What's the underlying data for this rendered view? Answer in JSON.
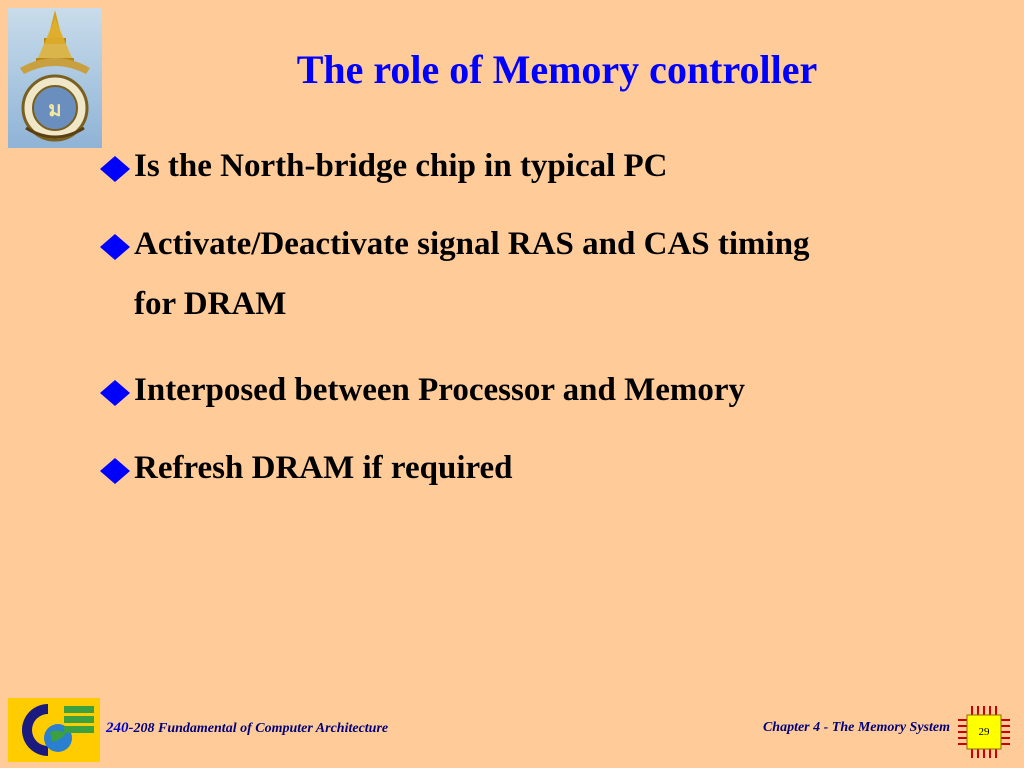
{
  "slide": {
    "title": "The role of Memory controller",
    "bullets": [
      {
        "text": "Is the North-bridge chip in typical PC"
      },
      {
        "text": "Activate/Deactivate signal RAS and CAS timing",
        "text_line2": "for DRAM"
      },
      {
        "text": "Interposed between Processor and Memory"
      },
      {
        "text": "Refresh DRAM if required"
      }
    ]
  },
  "footer": {
    "course_number": "240-",
    "course_rest": "208 Fundamental of Computer Architecture",
    "chapter": "Chapter 4 - The Memory System",
    "page_number": "29"
  },
  "icons": {
    "top_logo": "university-emblem-icon",
    "bottom_logo": "faculty-globe-logo-icon",
    "bullet": "blue-diamond-icon",
    "page_chip": "cpu-chip-icon"
  },
  "colors": {
    "background": "#FFCC99",
    "title": "#0000FF",
    "bullet_mark": "#0000FF",
    "footer_text": "#00007a",
    "chip_fill": "#FFFF00",
    "chip_border": "#cc0000"
  }
}
